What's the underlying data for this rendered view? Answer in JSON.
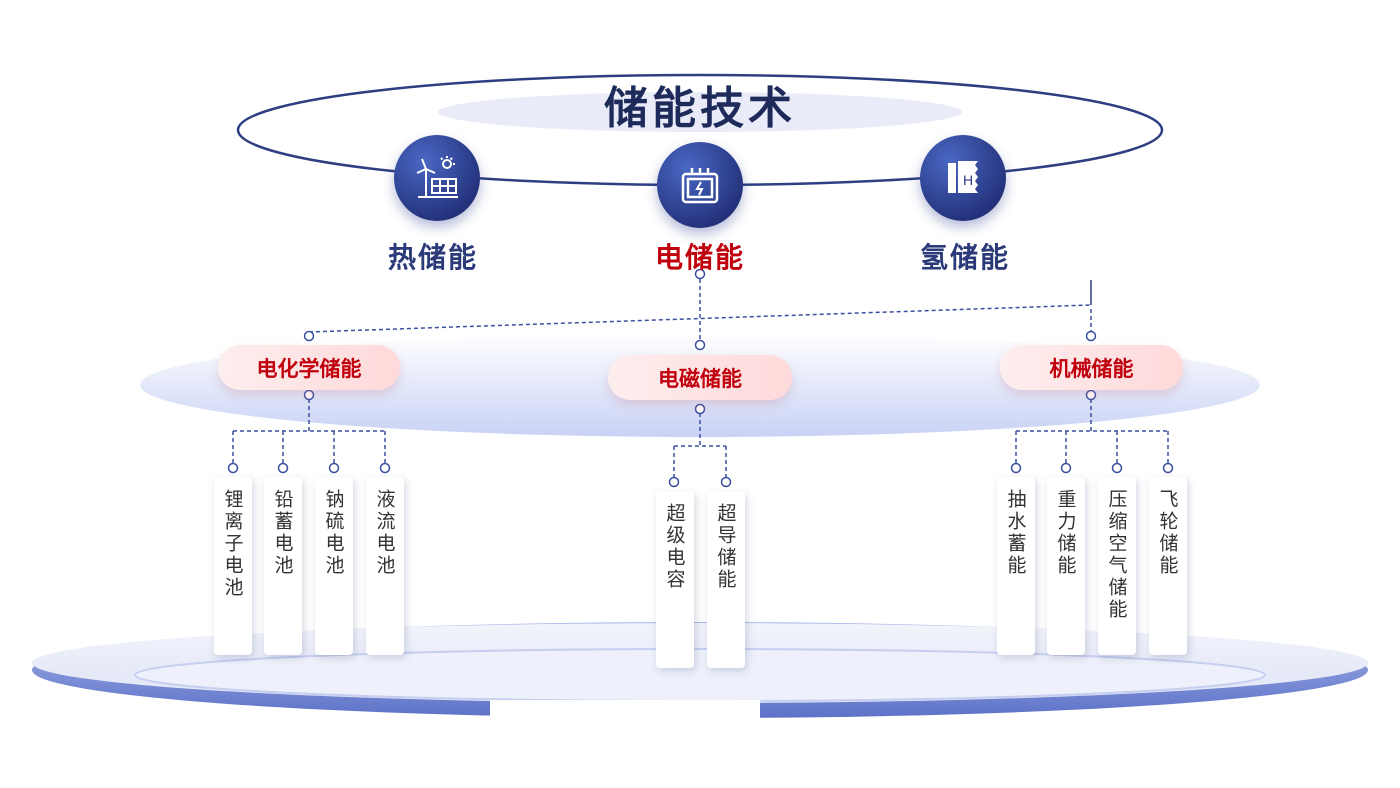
{
  "title": "储能技术",
  "main_categories": [
    {
      "label": "热储能",
      "icon": "wind-solar-icon",
      "highlight": false
    },
    {
      "label": "电储能",
      "icon": "battery-box-icon",
      "highlight": true
    },
    {
      "label": "氢储能",
      "icon": "hydrogen-tank-icon",
      "highlight": false
    }
  ],
  "sub_categories": [
    {
      "label": "电化学储能",
      "items": [
        "锂离子电池",
        "铅蓄电池",
        "钠硫电池",
        "液流电池"
      ]
    },
    {
      "label": "电磁储能",
      "items": [
        "超级电容",
        "超导储能"
      ]
    },
    {
      "label": "机械储能",
      "items": [
        "抽水蓄能",
        "重力储能",
        "压缩空气储能",
        "飞轮储能"
      ]
    }
  ],
  "colors": {
    "navy": "#1d2a5a",
    "red": "#c0000c",
    "line": "#3a4fa0"
  }
}
